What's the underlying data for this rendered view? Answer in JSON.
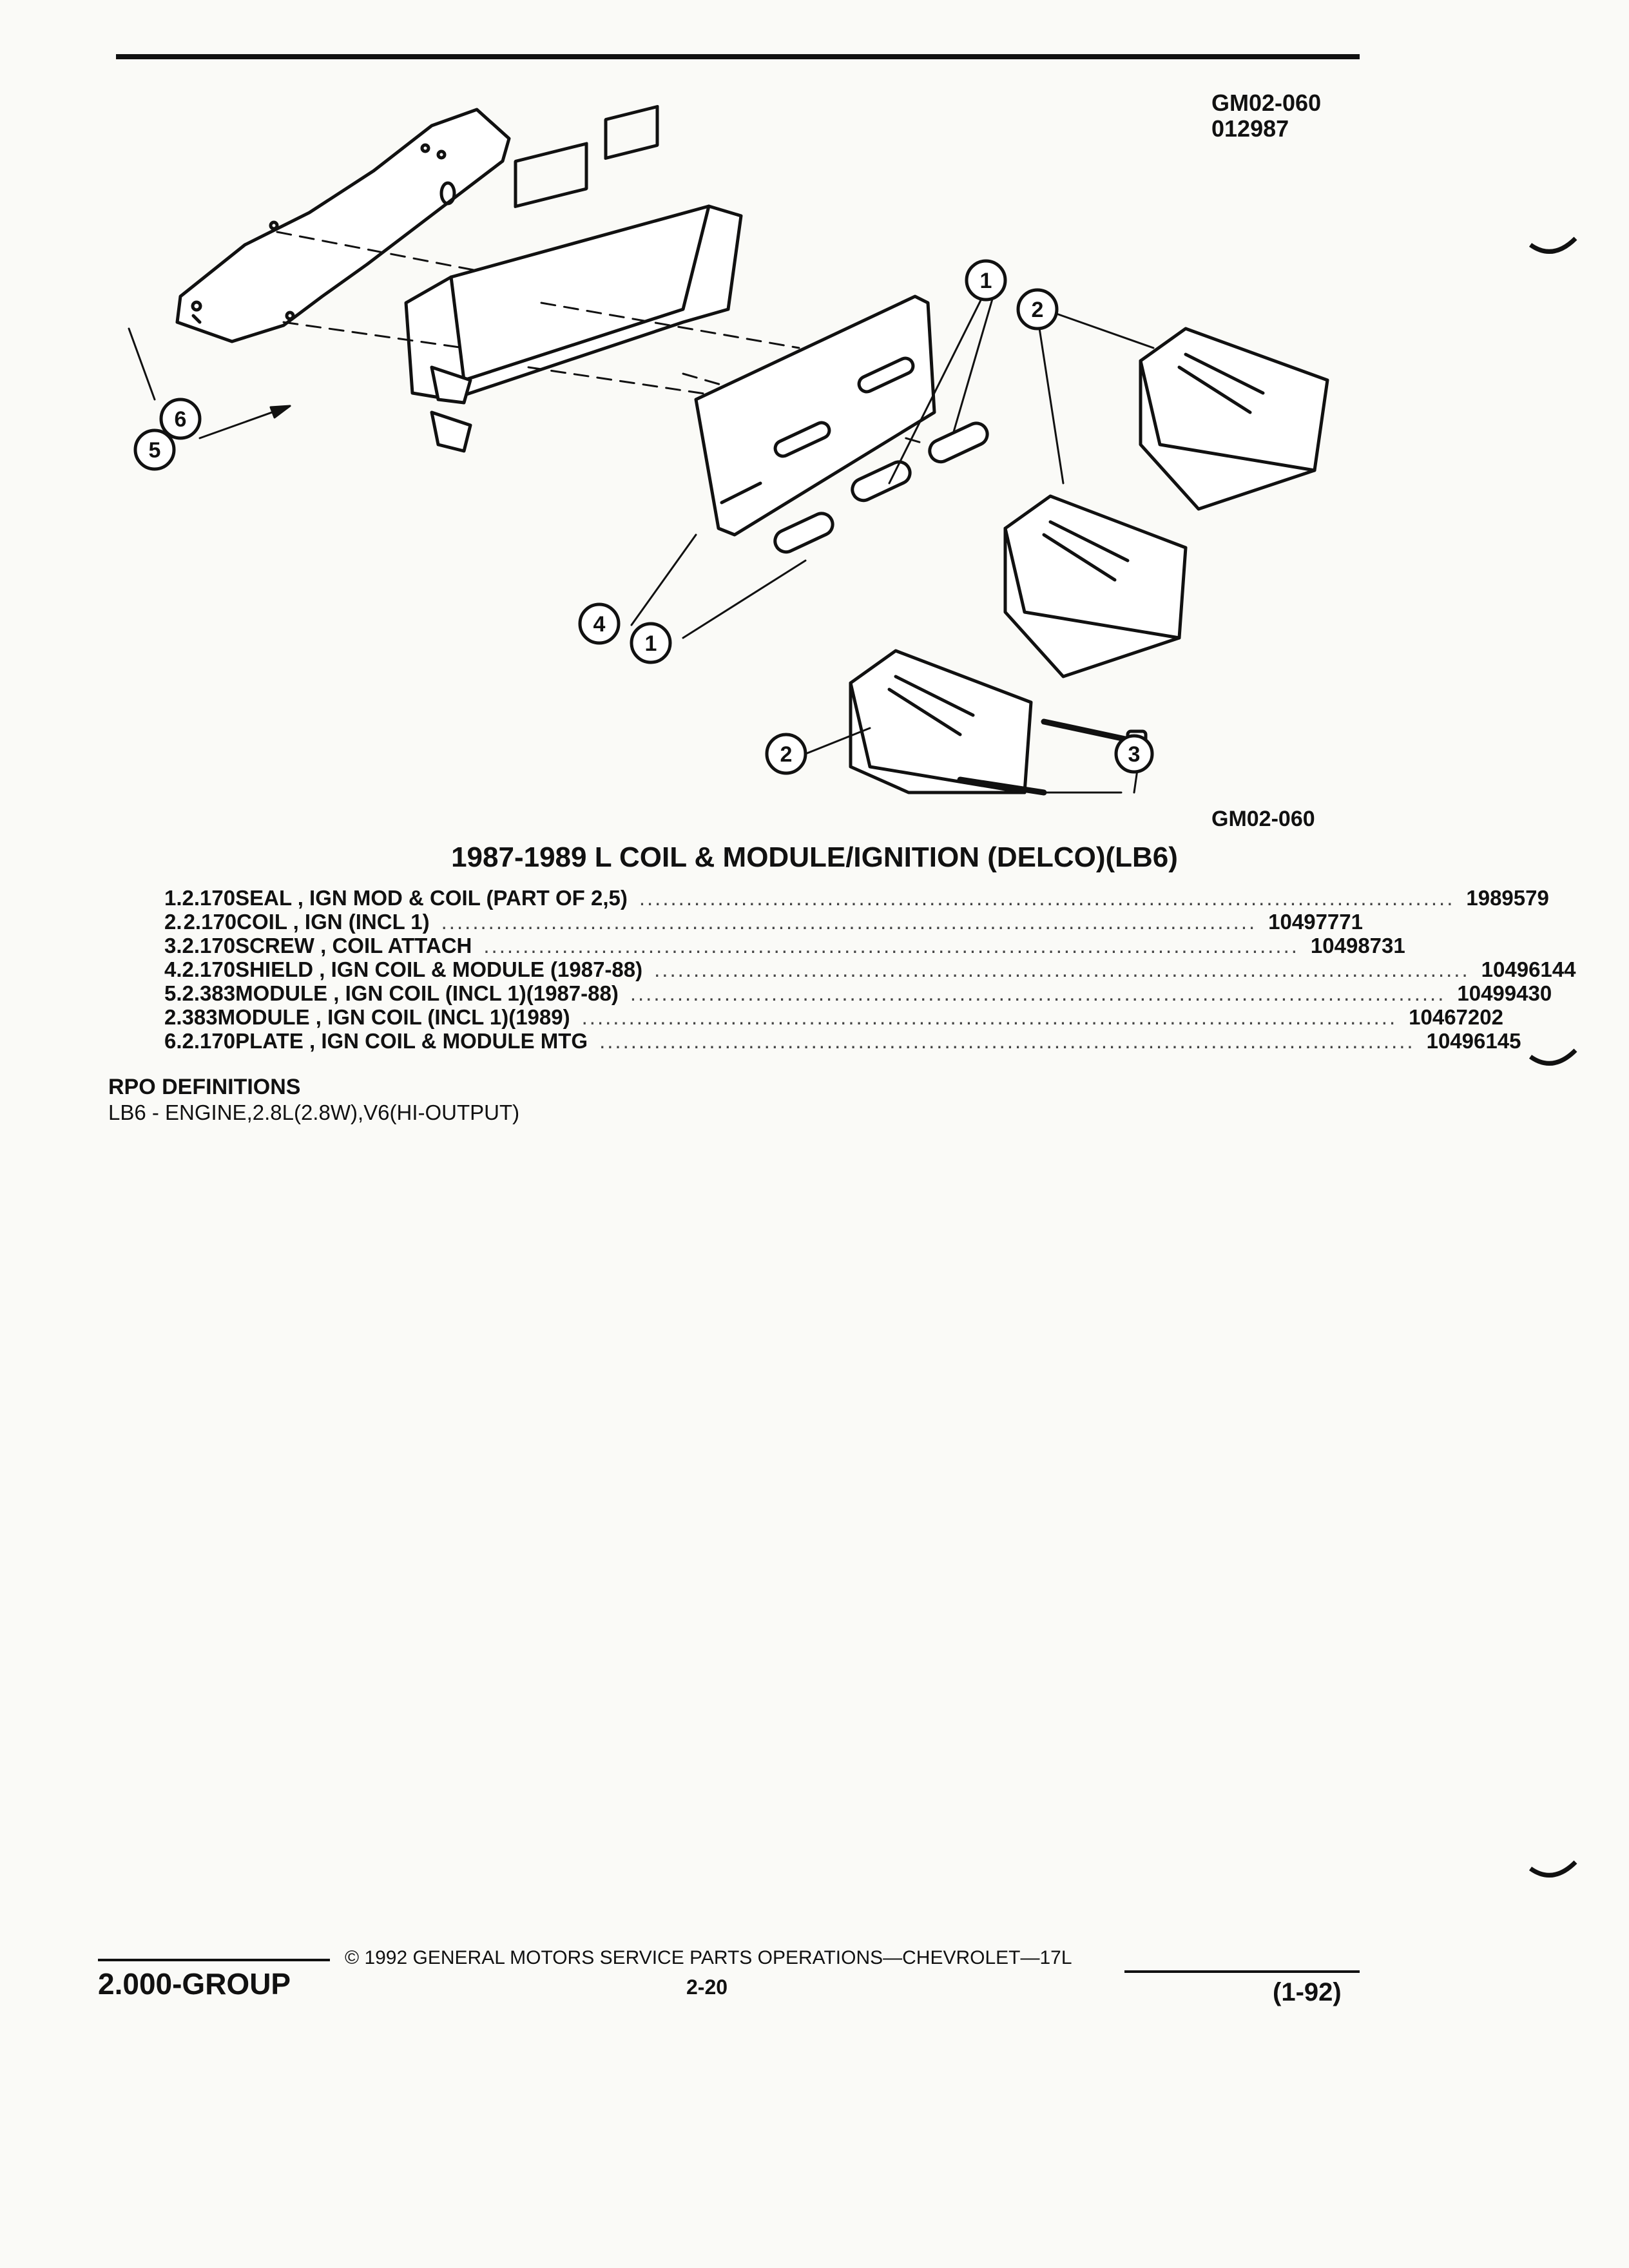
{
  "header": {
    "figure_id": "GM02-060",
    "code": "012987"
  },
  "diagram": {
    "figure_ref": "GM02-060",
    "callouts": [
      "1",
      "2",
      "3",
      "4",
      "5",
      "6"
    ]
  },
  "title": "1987-1989 L COIL & MODULE/IGNITION (DELCO)(LB6)",
  "parts": [
    {
      "num": "1.",
      "code": "2.170",
      "desc": "SEAL , IGN MOD & COIL (PART OF 2,5)",
      "pn": "1989579"
    },
    {
      "num": "2.",
      "code": "2.170",
      "desc": "COIL , IGN (INCL 1)",
      "pn": "10497771"
    },
    {
      "num": "3.",
      "code": "2.170",
      "desc": "SCREW , COIL ATTACH",
      "pn": "10498731"
    },
    {
      "num": "4.",
      "code": "2.170",
      "desc": "SHIELD , IGN COIL & MODULE (1987-88)",
      "pn": "10496144"
    },
    {
      "num": "5.",
      "code": "2.383",
      "desc": "MODULE , IGN COIL (INCL 1)(1987-88)",
      "pn": "10499430"
    },
    {
      "num": "",
      "code": "2.383",
      "desc": "MODULE , IGN COIL (INCL 1)(1989)",
      "pn": "10467202"
    },
    {
      "num": "6.",
      "code": "2.170",
      "desc": "PLATE , IGN COIL & MODULE MTG",
      "pn": "10496145"
    }
  ],
  "rpo": {
    "heading": "RPO DEFINITIONS",
    "line": "LB6 - ENGINE,2.8L(2.8W),V6(HI-OUTPUT)"
  },
  "footer": {
    "group": "2.000-GROUP",
    "copyright": "© 1992 GENERAL MOTORS SERVICE PARTS OPERATIONS—CHEVROLET—17L",
    "page": "2-20",
    "date": "(1-92)"
  }
}
